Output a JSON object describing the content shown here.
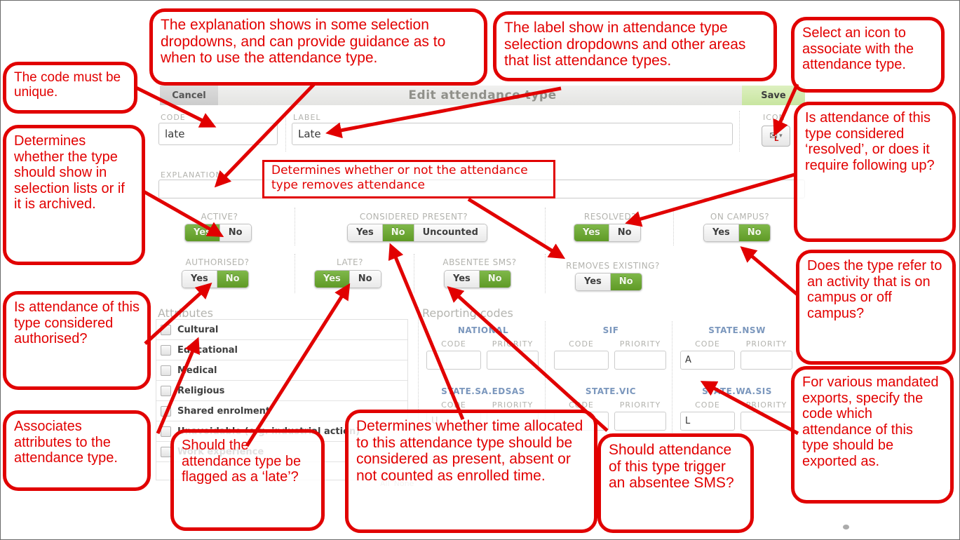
{
  "colors": {
    "accent_red": "#e10000",
    "toggle_green": "#6aa32e",
    "save_button_bg": "#cde9a8",
    "reporting_title_blue": "#7b97bd"
  },
  "form": {
    "header": {
      "cancel": "Cancel",
      "title": "Edit attendance type",
      "save": "Save"
    },
    "code": {
      "label": "CODE",
      "value": "late"
    },
    "label_field": {
      "label": "LABEL",
      "value": "Late"
    },
    "icon": {
      "label": "ICON",
      "glyph": "envelope-with-L",
      "envelope": "✉",
      "lmark": "L",
      "chevron": "▾"
    },
    "explanation": {
      "label": "EXPLANATION",
      "value": ""
    },
    "toggles": [
      {
        "label": "ACTIVE?",
        "options": [
          "Yes",
          "No"
        ],
        "selected": "Yes"
      },
      {
        "label": "CONSIDERED PRESENT?",
        "options": [
          "Yes",
          "No",
          "Uncounted"
        ],
        "selected": "No"
      },
      {
        "label": "RESOLVED?",
        "options": [
          "Yes",
          "No"
        ],
        "selected": "Yes"
      },
      {
        "label": "ON CAMPUS?",
        "options": [
          "Yes",
          "No"
        ],
        "selected": "No"
      },
      {
        "label": "AUTHORISED?",
        "options": [
          "Yes",
          "No"
        ],
        "selected": "No"
      },
      {
        "label": "LATE?",
        "options": [
          "Yes",
          "No"
        ],
        "selected": "Yes"
      },
      {
        "label": "ABSENTEE SMS?",
        "options": [
          "Yes",
          "No"
        ],
        "selected": "No"
      },
      {
        "label": "REMOVES EXISTING?",
        "options": [
          "Yes",
          "No"
        ],
        "selected": "No"
      }
    ],
    "attributes": {
      "heading": "Attributes",
      "items": [
        "Cultural",
        "Educational",
        "Medical",
        "Religious",
        "Shared enrolment",
        "Unavoidable (e.g. industrial action)",
        "Work experience"
      ],
      "links": {
        "all": "All",
        "none": "None"
      }
    },
    "reporting": {
      "heading": "Reporting codes",
      "code_label": "CODE",
      "priority_label": "PRIORITY",
      "groups": [
        {
          "title": "NATIONAL",
          "code": "",
          "priority": ""
        },
        {
          "title": "SIF",
          "code": "",
          "priority": ""
        },
        {
          "title": "STATE.NSW",
          "code": "A",
          "priority": ""
        },
        {
          "title": "STATE.SA.EDSAS",
          "code": "U",
          "priority": ""
        },
        {
          "title": "STATE.VIC",
          "code": "",
          "priority": ""
        },
        {
          "title": "STATE.WA.SIS",
          "code": "L",
          "priority": ""
        }
      ]
    }
  },
  "callouts": {
    "code": "The code must be unique.",
    "explanation": "The explanation shows in some selection dropdowns, and can provide guidance as to when to use the attendance type.",
    "label": "The label show in attendance type selection dropdowns and other areas that list attendance types.",
    "icon": "Select an icon to associate with the attendance type.",
    "active": "Determines whether the type should show in selection lists or if it is archived.",
    "removes_existing": "Determines whether or not the attendance type removes attendance",
    "resolved": "Is attendance of this type considered ‘resolved’, or does it require following up?",
    "on_campus": "Does the type refer to an activity that is on campus or off campus?",
    "authorised": "Is attendance of this type considered authorised?",
    "attributes": "Associates attributes to the attendance type.",
    "late": "Should the attendance type be flagged as a ‘late’?",
    "considered_present": "Determines whether time allocated to this attendance type should be considered as present, absent or not counted as enrolled time.",
    "absentee_sms": "Should attendance of this type trigger an absentee SMS?",
    "export": "For various mandated exports, specify the code which attendance of this type should be exported as."
  }
}
